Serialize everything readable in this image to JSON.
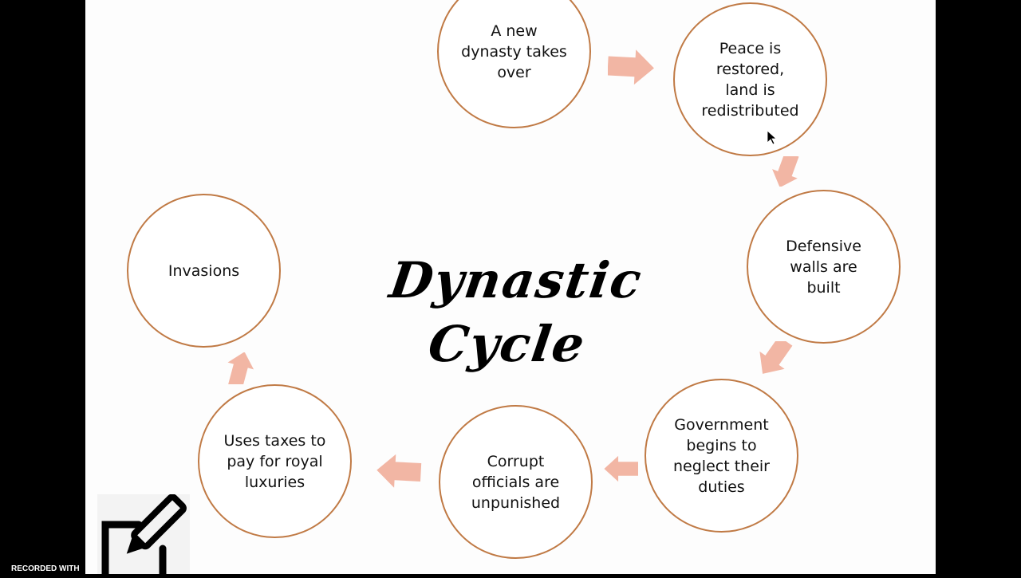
{
  "slide": {
    "title": "Dynastic Cycle",
    "circles": [
      {
        "id": "new-dynasty",
        "text": "A new dynasty takes over"
      },
      {
        "id": "peace-restored",
        "text": "Peace is restored, land is redistributed"
      },
      {
        "id": "defensive-walls",
        "text": "Defensive walls are built"
      },
      {
        "id": "government-neglect",
        "text": "Government begins to neglect their duties"
      },
      {
        "id": "corrupt-officials",
        "text": "Corrupt officials are unpunished"
      },
      {
        "id": "royal-luxuries",
        "text": "Uses taxes to pay for royal luxuries"
      },
      {
        "id": "invasions",
        "text": "Invasions"
      }
    ],
    "colors": {
      "circle_border": "#c07a45",
      "arrow_fill": "#f2b6a4"
    }
  },
  "overlay": {
    "recorded_with": "RECORDED WITH",
    "logo_icon": "edit-pencil-icon"
  }
}
